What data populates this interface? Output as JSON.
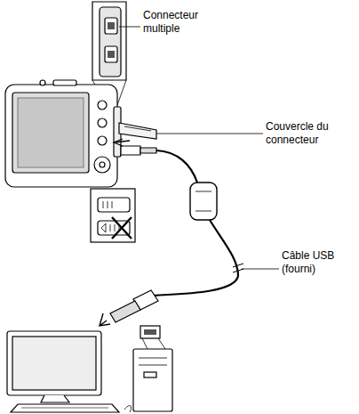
{
  "diagram": {
    "labels": [
      "Connecteur multiple",
      "Couvercle du connecteur",
      "Câble USB (fourni)"
    ]
  }
}
